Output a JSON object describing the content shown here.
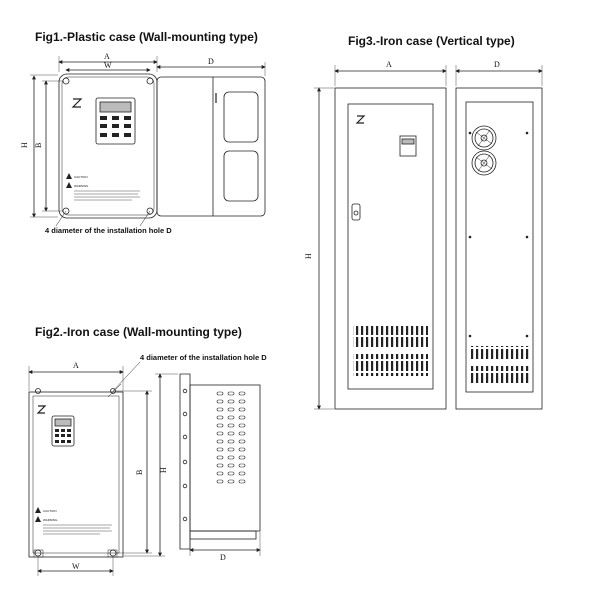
{
  "figures": {
    "fig1": {
      "title": "Fig1.-Plastic case (Wall-mounting type)",
      "note": "4 diameter of the installation hole D",
      "dims": {
        "a": "A",
        "w": "W",
        "d": "D",
        "h": "H",
        "b": "B"
      },
      "panel_text": {
        "caution": "CAUTION",
        "warning": "WARNING"
      }
    },
    "fig2": {
      "title": "Fig2.-Iron case (Wall-mounting type)",
      "note": "4 diameter of the installation hole D",
      "dims": {
        "a": "A",
        "w": "W",
        "d": "D",
        "h": "H",
        "b": "B"
      },
      "panel_text": {
        "caution": "CAUTION",
        "warning": "WARNING"
      }
    },
    "fig3": {
      "title": "Fig3.-Iron case (Vertical type)",
      "dims": {
        "a": "A",
        "d": "D",
        "h": "H"
      }
    }
  },
  "colors": {
    "line": "#222222",
    "background": "#ffffff"
  }
}
